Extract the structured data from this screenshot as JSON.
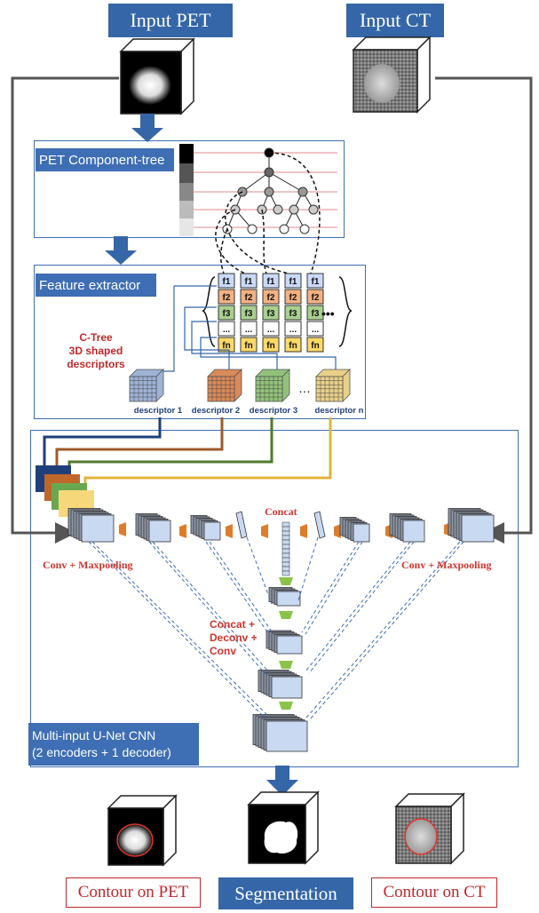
{
  "inputs": {
    "pet_label": "Input PET",
    "ct_label": "Input CT"
  },
  "component_tree": {
    "title": "PET Component-tree"
  },
  "feature_extractor": {
    "title": "Feature extractor",
    "side_label": [
      "C-Tree",
      "3D shaped",
      "descriptors"
    ],
    "feature_labels": [
      "f1",
      "f2",
      "f3",
      "...",
      "fn"
    ],
    "ellipsis": "•••",
    "descriptors": [
      "descriptor 1",
      "descriptor 2",
      "descriptor 3",
      "descriptor n"
    ],
    "descriptor_ellipsis": "…"
  },
  "unet": {
    "title_line1": "Multi-input U-Net CNN",
    "title_line2": "(2 encoders + 1 decoder)",
    "left_label": "Conv + Maxpooling",
    "right_label": "Conv + Maxpooling",
    "concat_label": "Concat",
    "decoder_label": [
      "Concat +",
      "Deconv +",
      "Conv"
    ]
  },
  "outputs": {
    "contour_pet": "Contour on PET",
    "segmentation": "Segmentation",
    "contour_ct": "Contour on CT"
  },
  "colors": {
    "blue": "#3466a8",
    "red": "#c0282b",
    "orange": "#e07b2a",
    "green": "#6aa84f",
    "yellow": "#f1c232",
    "f1": "#c9daf8",
    "f2": "#f4b183",
    "f3": "#a9d08e",
    "fn": "#ffd966"
  }
}
